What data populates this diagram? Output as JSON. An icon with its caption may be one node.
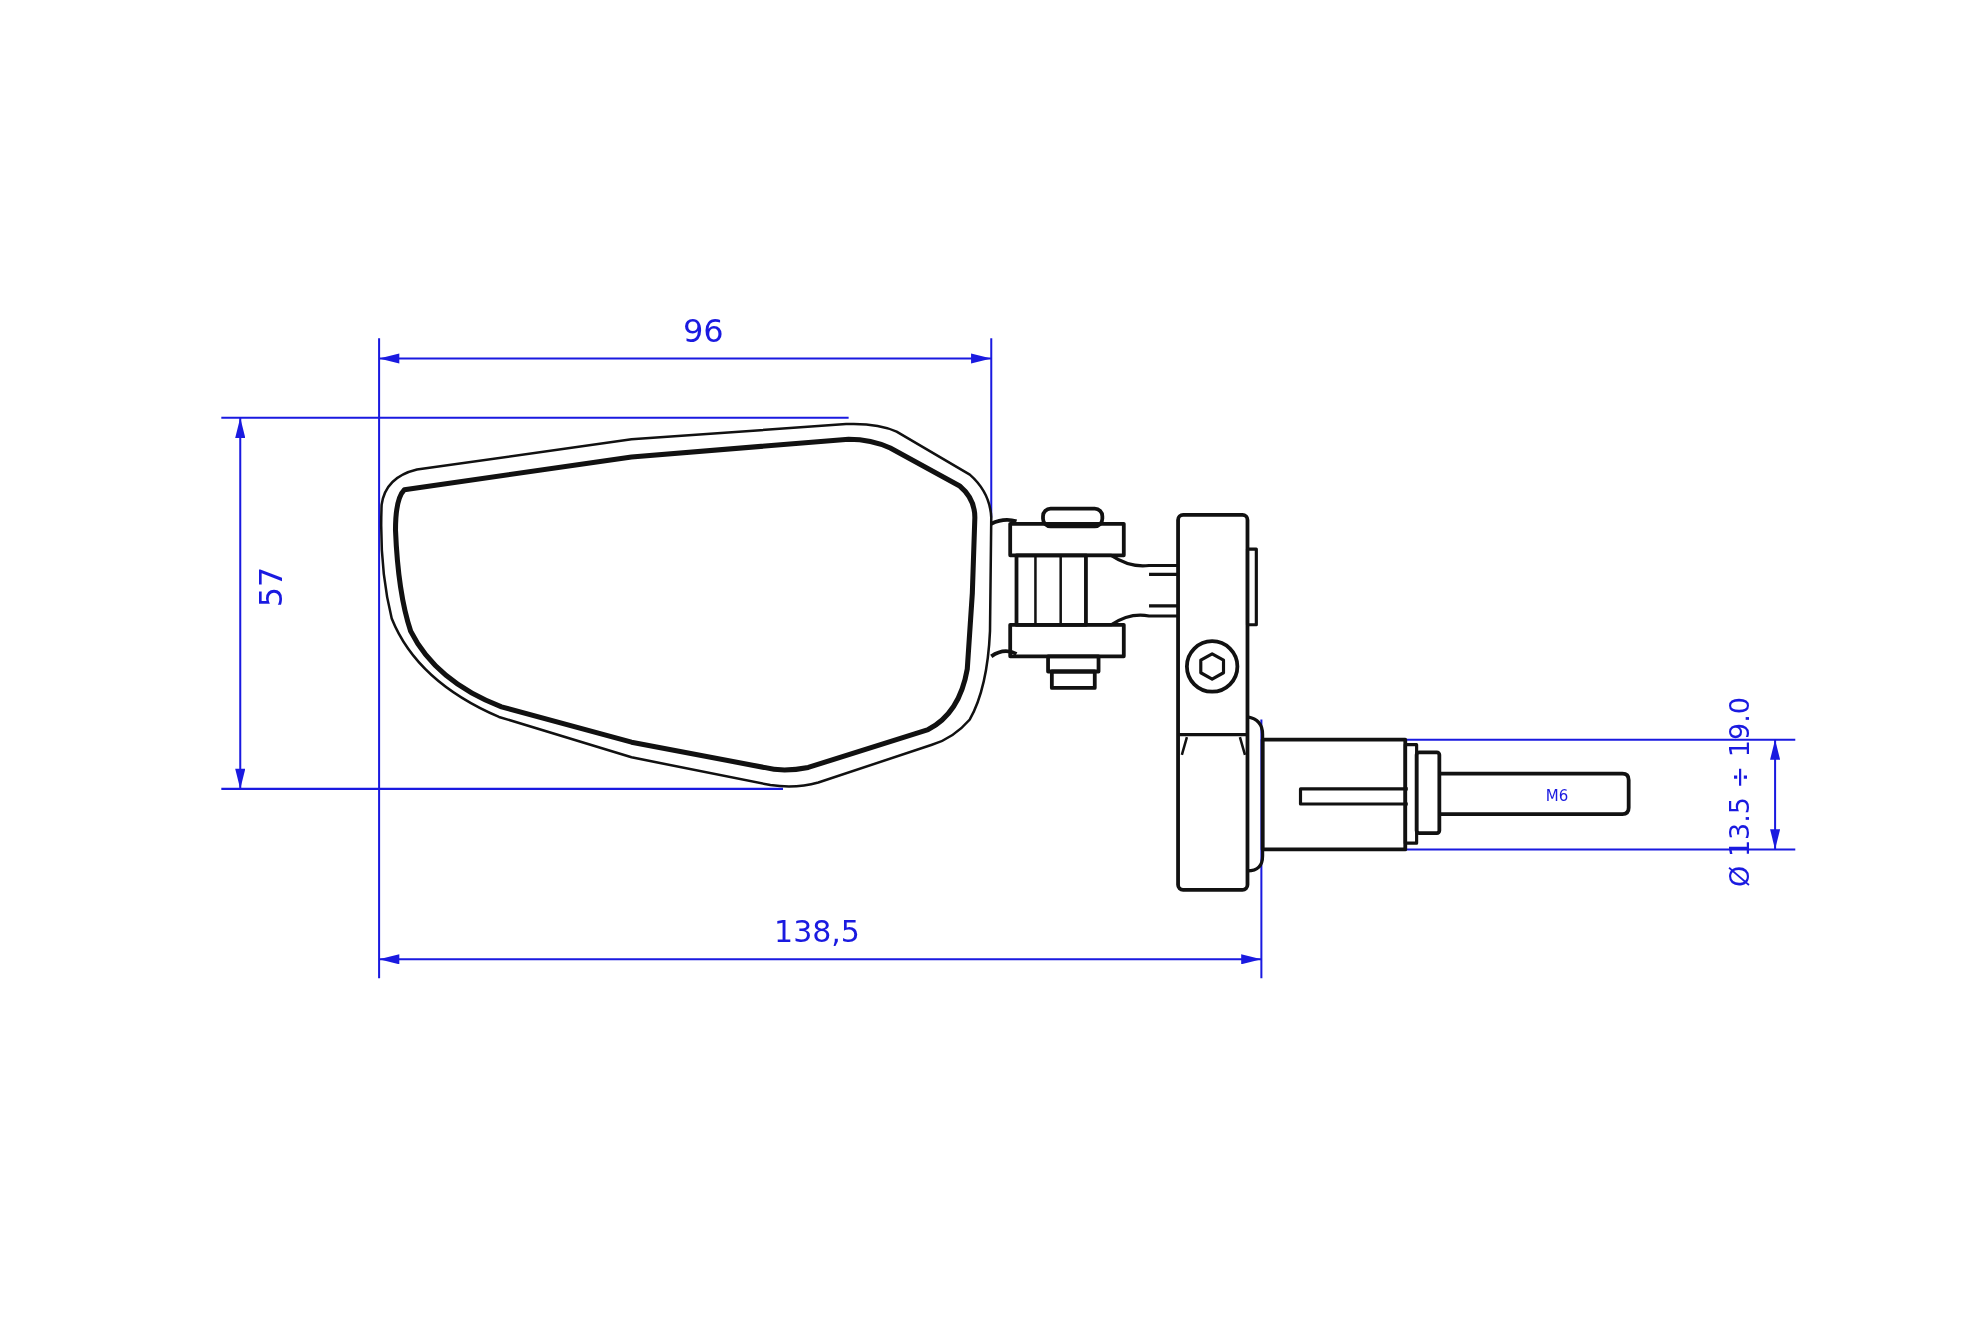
{
  "diagram": {
    "labels": [
      "96",
      "57",
      "138,5",
      "M6",
      "Ø 13.5 ÷ 19.0"
    ]
  }
}
